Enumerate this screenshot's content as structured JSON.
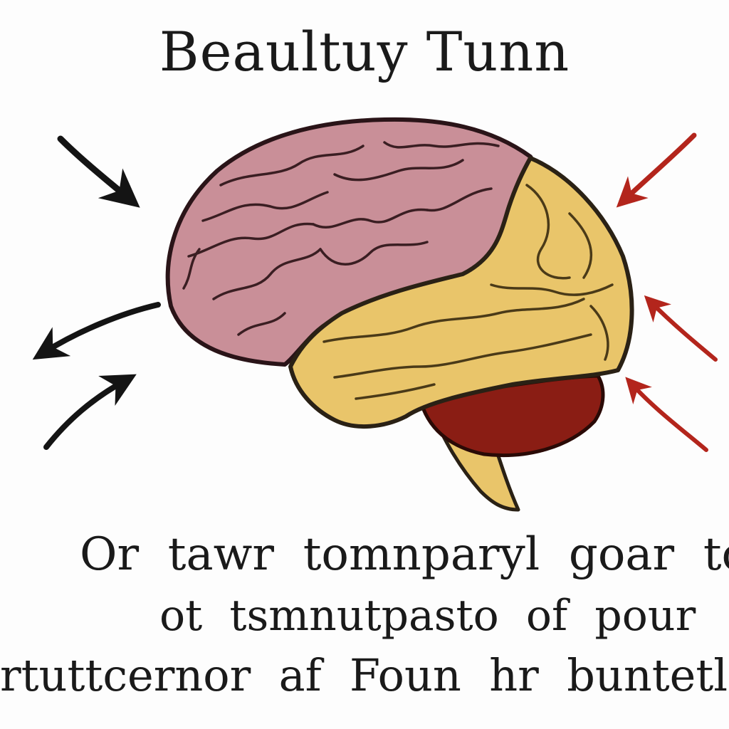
{
  "title": "Beaultuy Tunn",
  "caption": {
    "line1": "Or  tawr  tomnparyl  goar  tou",
    "line2": "ot  tsmnutpasto  of  pour",
    "line3": "rtuttcernor  af  Foun  hr  buntetliny"
  },
  "colors": {
    "cerebrum": "#c98f98",
    "temporal_lobe": "#e9c56a",
    "cerebellum": "#8a1d14",
    "arrow_black": "#141414",
    "arrow_red": "#b3251c"
  }
}
